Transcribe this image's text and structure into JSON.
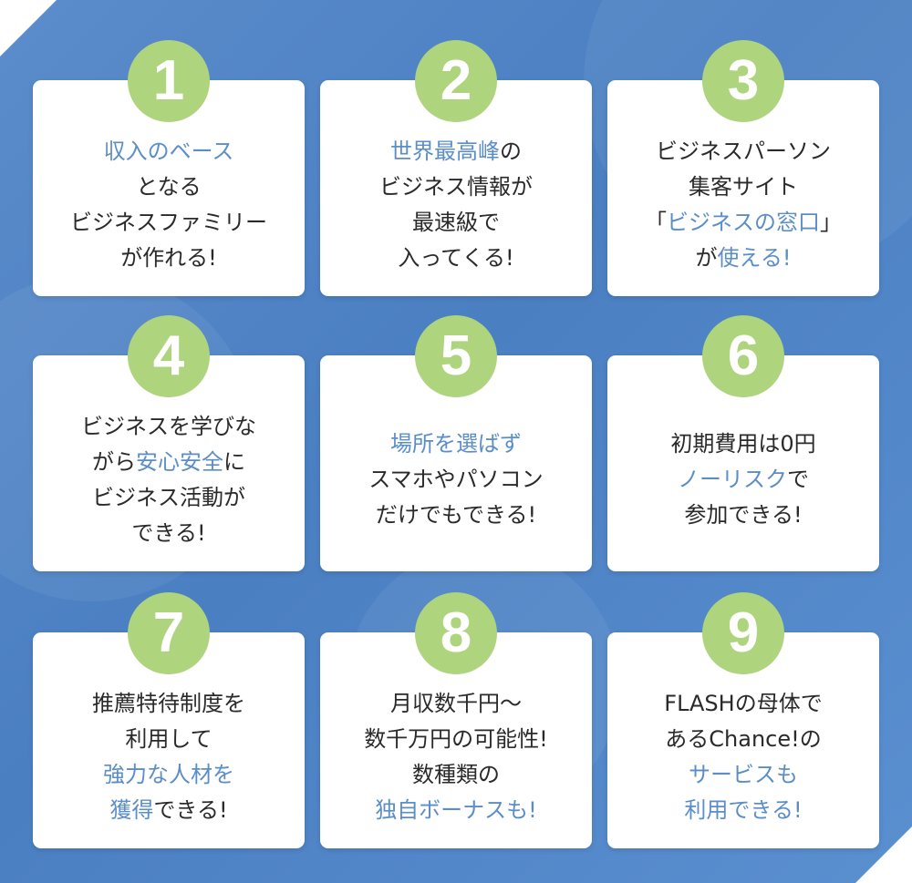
{
  "colors": {
    "background": "#4a7fc2",
    "badge": "#aed47e",
    "highlight": "#5b8ec9",
    "text": "#2a2a2a",
    "card": "#ffffff"
  },
  "cards": [
    {
      "number": "1",
      "lines": [
        [
          {
            "t": "収入のベース",
            "h": true
          }
        ],
        [
          {
            "t": "となる",
            "h": false
          }
        ],
        [
          {
            "t": "ビジネスファミリー",
            "h": false
          }
        ],
        [
          {
            "t": "が作れる!",
            "h": false
          }
        ]
      ]
    },
    {
      "number": "2",
      "lines": [
        [
          {
            "t": "世界最高峰",
            "h": true
          },
          {
            "t": "の",
            "h": false
          }
        ],
        [
          {
            "t": "ビジネス情報が",
            "h": false
          }
        ],
        [
          {
            "t": "最速級で",
            "h": false
          }
        ],
        [
          {
            "t": "入ってくる!",
            "h": false
          }
        ]
      ]
    },
    {
      "number": "3",
      "lines": [
        [
          {
            "t": "ビジネスパーソン",
            "h": false
          }
        ],
        [
          {
            "t": "集客サイト",
            "h": false
          }
        ],
        [
          {
            "t": "「",
            "h": false
          },
          {
            "t": "ビジネスの窓口",
            "h": true
          },
          {
            "t": "」",
            "h": false
          }
        ],
        [
          {
            "t": "が",
            "h": false
          },
          {
            "t": "使える!",
            "h": true
          }
        ]
      ]
    },
    {
      "number": "4",
      "lines": [
        [
          {
            "t": "ビジネスを学びな",
            "h": false
          }
        ],
        [
          {
            "t": "がら",
            "h": false
          },
          {
            "t": "安心安全",
            "h": true
          },
          {
            "t": "に",
            "h": false
          }
        ],
        [
          {
            "t": "ビジネス活動が",
            "h": false
          }
        ],
        [
          {
            "t": "できる!",
            "h": false
          }
        ]
      ]
    },
    {
      "number": "5",
      "lines": [
        [
          {
            "t": "場所を選ばず",
            "h": true
          }
        ],
        [
          {
            "t": "スマホやパソコン",
            "h": false
          }
        ],
        [
          {
            "t": "だけでもできる!",
            "h": false
          }
        ]
      ]
    },
    {
      "number": "6",
      "lines": [
        [
          {
            "t": "初期費用は0円",
            "h": false
          }
        ],
        [
          {
            "t": "ノーリスク",
            "h": true
          },
          {
            "t": "で",
            "h": false
          }
        ],
        [
          {
            "t": "参加できる!",
            "h": false
          }
        ]
      ]
    },
    {
      "number": "7",
      "lines": [
        [
          {
            "t": "推薦特待制度を",
            "h": false
          }
        ],
        [
          {
            "t": "利用して",
            "h": false
          }
        ],
        [
          {
            "t": "強力な人材を",
            "h": true
          }
        ],
        [
          {
            "t": "獲得",
            "h": true
          },
          {
            "t": "できる!",
            "h": false
          }
        ]
      ]
    },
    {
      "number": "8",
      "lines": [
        [
          {
            "t": "月収数千円～",
            "h": false
          }
        ],
        [
          {
            "t": "数千万円の可能性!",
            "h": false
          }
        ],
        [
          {
            "t": "数種類の",
            "h": false
          }
        ],
        [
          {
            "t": "独自ボーナスも!",
            "h": true
          }
        ]
      ]
    },
    {
      "number": "9",
      "lines": [
        [
          {
            "t": "FLASHの母体で",
            "h": false
          }
        ],
        [
          {
            "t": "あるChance!の",
            "h": false
          }
        ],
        [
          {
            "t": "サービスも",
            "h": true
          }
        ],
        [
          {
            "t": "利用できる!",
            "h": true
          }
        ]
      ]
    }
  ]
}
